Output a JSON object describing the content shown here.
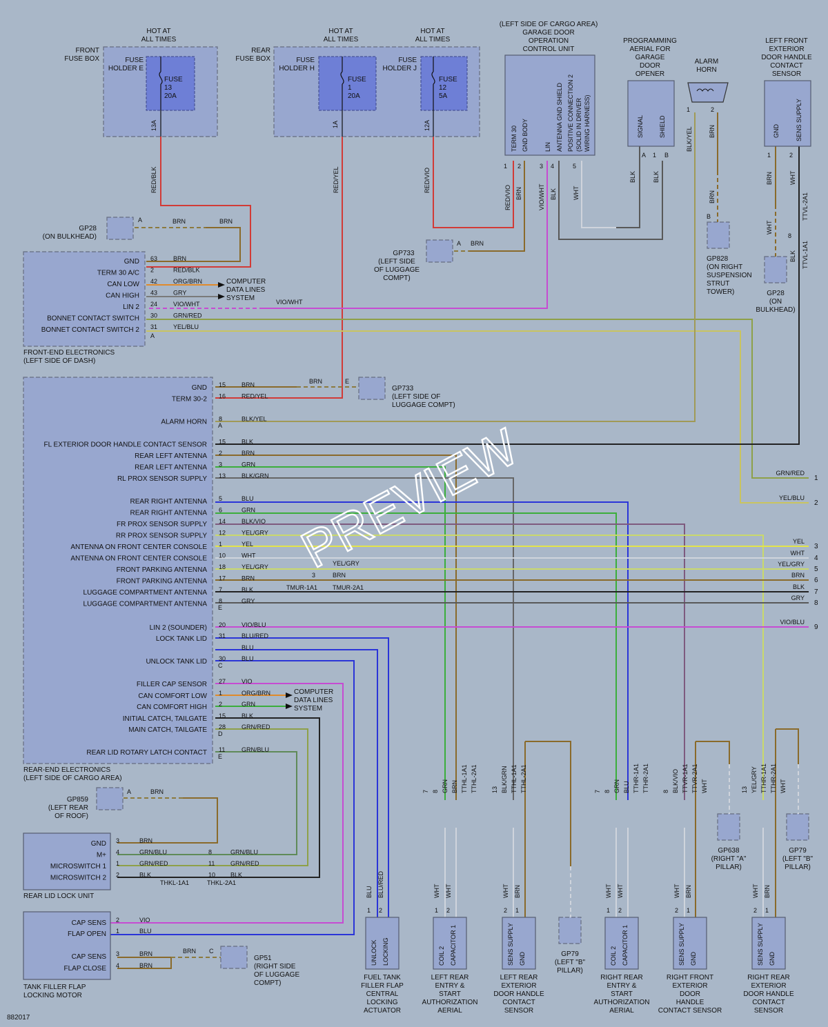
{
  "colors": {
    "background": "#a9b7c8",
    "block_fill": "#98a7cf",
    "fuse_fill": "#6e7fd6",
    "RED": "#d23a36",
    "BRN": "#8a6a2a",
    "BRN_DASH": "#8c7a3e",
    "GRY": "#585858",
    "WHT": "#cfd4dc",
    "VIO": "#c64bd2",
    "YEL": "#e3e44a",
    "GRN": "#3bae3b",
    "BLU": "#2a34d8",
    "BLK": "#222222",
    "OLIVE": "#a09a56",
    "YELGRY": "#cad96a",
    "GRNRED": "#8ea048",
    "YELBLU": "#c9c460"
  },
  "fuses": {
    "hot_at_all_times": "HOT AT\nALL TIMES",
    "front_box": "FRONT\nFUSE BOX",
    "rear_box": "REAR\nFUSE BOX",
    "holder_e": "FUSE\nHOLDER E",
    "holder_h": "FUSE\nHOLDER H",
    "holder_j": "FUSE\nHOLDER J",
    "fuse_13": "FUSE\n13\n20A",
    "fuse_1": "FUSE\n1\n20A",
    "fuse_12": "FUSE\n12\n5A",
    "pin_13a": "13A",
    "pin_1a": "1A",
    "pin_12a": "12A"
  },
  "top_wires": {
    "red_blk": "RED/BLK",
    "red_yel": "RED/YEL",
    "red_vio": "RED/VIO"
  },
  "garage_unit": {
    "title": "(LEFT SIDE OF CARGO AREA)\nGARAGE DOOR\nOPERATION\nCONTROL UNIT",
    "pins": [
      "TERM 30",
      "GND BODY",
      "LIN",
      "ANTENNA GND SHIELD",
      "POSITIVE CONNECTION 2\n(SOLID IN DRIVER\nWIRING HARNESS)"
    ],
    "pin_nums": [
      "1",
      "2",
      "3",
      "4",
      "5"
    ],
    "wires": [
      "RED/VIO",
      "BRN",
      "VIO/WHT",
      "BLK",
      "WHT"
    ]
  },
  "aerial": {
    "title": "PROGRAMMING\nAERIAL FOR\nGARAGE\nDOOR\nOPENER",
    "pins": [
      "SIGNAL",
      "SHIELD"
    ],
    "pin_nums": [
      "A",
      "1",
      "B"
    ],
    "wires": [
      "BLK",
      "BLK"
    ]
  },
  "horn": {
    "title": "ALARM\nHORN",
    "pins": [
      "1",
      "2"
    ],
    "wires": [
      "BLK/YEL",
      "BRN"
    ]
  },
  "lf_sensor": {
    "title": "LEFT FRONT\nEXTERIOR\nDOOR HANDLE\nCONTACT\nSENSOR",
    "pins": [
      "GND",
      "SENS SUPPLY"
    ],
    "pin_nums": [
      "1",
      "2"
    ],
    "wires": [
      "BRN",
      "WHT",
      "WHT",
      "BLK"
    ],
    "conn": [
      "TTVL-2A1",
      "TTVL-1A1",
      "8"
    ]
  },
  "grounds": {
    "gp28a": "GP28\n(ON BULKHEAD)",
    "gp733a": "GP733\n(LEFT SIDE\nOF LUGGAGE\nCOMPT)",
    "gp828": "GP828\n(ON RIGHT\nSUSPENSION\nSTRUT\nTOWER)",
    "gp28b": "GP28\n(ON\nBULKHEAD)",
    "gp733b": "GP733\n(LEFT SIDE OF\nLUGGAGE COMPT)",
    "gp859": "GP859\n(LEFT REAR\nOF ROOF)",
    "gp51": "GP51\n(RIGHT SIDE\nOF LUGGAGE\nCOMPT)",
    "gp79a": "GP79\n(LEFT \"B\"\nPILLAR)",
    "gp638": "GP638\n(RIGHT \"A\"\nPILLAR)",
    "gp79b": "GP79\n(LEFT \"B\"\nPILLAR)",
    "pin_a": "A",
    "pin_b": "B",
    "pin_c": "C",
    "pin_e": "E",
    "brn": "BRN"
  },
  "fee": {
    "title": "FRONT-END ELECTRONICS\n(LEFT SIDE OF DASH)",
    "rows": [
      {
        "label": "GND",
        "pin": "63",
        "wire": "BRN"
      },
      {
        "label": "TERM 30 A/C",
        "pin": "2",
        "wire": "RED/BLK"
      },
      {
        "label": "CAN LOW",
        "pin": "42",
        "wire": "ORG/BRN"
      },
      {
        "label": "CAN HIGH",
        "pin": "43",
        "wire": "GRY"
      },
      {
        "label": "LIN 2",
        "pin": "24",
        "wire": "VIO/WHT"
      },
      {
        "label": "BONNET CONTACT SWITCH",
        "pin": "30",
        "wire": "GRN/RED"
      },
      {
        "label": "BONNET CONTACT SWITCH 2",
        "pin": "31",
        "wire": "YEL/BLU"
      }
    ],
    "conn": "A",
    "cds": "COMPUTER\nDATA LINES\nSYSTEM",
    "vio_wht": "VIO/WHT"
  },
  "ree": {
    "title": "REAR-END ELECTRONICS\n(LEFT SIDE OF CARGO AREA)",
    "rows": [
      {
        "label": "GND",
        "pin": "15",
        "wire": "BRN"
      },
      {
        "label": "TERM 30-2",
        "pin": "16",
        "wire": "RED/YEL"
      },
      {
        "label": "",
        "pin": "",
        "wire": ""
      },
      {
        "label": "ALARM HORN",
        "pin": "8",
        "wire": "BLK/YEL"
      },
      {
        "label": "",
        "pin": "",
        "wire": ""
      },
      {
        "label": "FL EXTERIOR DOOR HANDLE CONTACT SENSOR",
        "pin": "15",
        "wire": "BLK"
      },
      {
        "label": "REAR LEFT ANTENNA",
        "pin": "2",
        "wire": "BRN"
      },
      {
        "label": "REAR LEFT ANTENNA",
        "pin": "3",
        "wire": "GRN"
      },
      {
        "label": "RL PROX SENSOR SUPPLY",
        "pin": "13",
        "wire": "BLK/GRN"
      },
      {
        "label": "",
        "pin": "",
        "wire": ""
      },
      {
        "label": "REAR RIGHT ANTENNA",
        "pin": "5",
        "wire": "BLU"
      },
      {
        "label": "REAR RIGHT ANTENNA",
        "pin": "6",
        "wire": "GRN"
      },
      {
        "label": "FR PROX SENSOR SUPPLY",
        "pin": "14",
        "wire": "BLK/VIO"
      },
      {
        "label": "RR PROX SENSOR SUPPLY",
        "pin": "12",
        "wire": "YEL/GRY"
      },
      {
        "label": "ANTENNA ON FRONT CENTER CONSOLE",
        "pin": "1",
        "wire": "YEL"
      },
      {
        "label": "ANTENNA ON FRONT CENTER CONSOLE",
        "pin": "10",
        "wire": "WHT"
      },
      {
        "label": "FRONT PARKING ANTENNA",
        "pin": "18",
        "wire": "YEL/GRY"
      },
      {
        "label": "FRONT PARKING ANTENNA",
        "pin": "17",
        "wire": "BRN"
      },
      {
        "label": "LUGGAGE COMPARTMENT ANTENNA",
        "pin": "7",
        "wire": "BLK"
      },
      {
        "label": "LUGGAGE COMPARTMENT ANTENNA",
        "pin": "8",
        "wire": "GRY"
      }
    ],
    "conn_a": "A",
    "conn_e": "E",
    "conn_c": "C",
    "conn_d": "D",
    "rows2": [
      {
        "label": "LIN 2 (SOUNDER)",
        "pin": "20",
        "wire": "VIO/BLU"
      },
      {
        "label": "LOCK TANK LID",
        "pin": "31",
        "wire": "BLU/RED"
      },
      {
        "label": "",
        "pin": "",
        "wire": "BLU"
      },
      {
        "label": "UNLOCK TANK LID",
        "pin": "30",
        "wire": "BLU"
      },
      {
        "label": "FILLER CAP SENSOR",
        "pin": "27",
        "wire": "VIO"
      },
      {
        "label": "CAN COMFORT LOW",
        "pin": "1",
        "wire": "ORG/BRN"
      },
      {
        "label": "CAN COMFORT HIGH",
        "pin": "2",
        "wire": "GRN"
      },
      {
        "label": "INITIAL CATCH, TAILGATE",
        "pin": "15",
        "wire": "BLK"
      },
      {
        "label": "MAIN CATCH, TAILGATE",
        "pin": "28",
        "wire": "GRN/RED"
      },
      {
        "label": "REAR LID ROTARY LATCH CONTACT",
        "pin": "11",
        "wire": "GRN/BLU"
      }
    ],
    "tmur": [
      "3",
      "TMUR-1A1",
      "TMUR-2A1",
      "YEL/GRY",
      "BRN"
    ],
    "cds": "COMPUTER\nDATA LINES\nSYSTEM"
  },
  "right_edge": [
    {
      "num": "1",
      "wire": "GRN/RED"
    },
    {
      "num": "2",
      "wire": "YEL/BLU"
    },
    {
      "num": "3",
      "wire": "YEL"
    },
    {
      "num": "4",
      "wire": "WHT"
    },
    {
      "num": "5",
      "wire": "YEL/GRY"
    },
    {
      "num": "6",
      "wire": "BRN"
    },
    {
      "num": "7",
      "wire": "BLK"
    },
    {
      "num": "8",
      "wire": "GRY"
    },
    {
      "num": "9",
      "wire": "VIO/BLU"
    }
  ],
  "rear_lid": {
    "title": "REAR LID LOCK UNIT",
    "rows": [
      {
        "label": "GND",
        "pin": "3",
        "wire": "BRN",
        "pin2": "",
        "wire2": ""
      },
      {
        "label": "M+",
        "pin": "4",
        "wire": "GRN/BLU",
        "pin2": "8",
        "wire2": "GRN/BLU"
      },
      {
        "label": "MICROSWITCH 1",
        "pin": "1",
        "wire": "GRN/RED",
        "pin2": "11",
        "wire2": "GRN/RED"
      },
      {
        "label": "MICROSWITCH 2",
        "pin": "2",
        "wire": "BLK",
        "pin2": "10",
        "wire2": "BLK"
      }
    ],
    "conn": [
      "THKL-1A1",
      "THKL-2A1"
    ]
  },
  "tank": {
    "title": "TANK FILLER FLAP\nLOCKING MOTOR",
    "rows": [
      {
        "label": "CAP SENS",
        "pin": "2",
        "wire": "VIO"
      },
      {
        "label": "FLAP OPEN",
        "pin": "1",
        "wire": "BLU"
      },
      {
        "label": "CAP SENS",
        "pin": "3",
        "wire": "BRN"
      },
      {
        "label": "FLAP CLOSE",
        "pin": "4",
        "wire": "BRN"
      }
    ]
  },
  "bottom": {
    "fuel": {
      "title": "FUEL TANK\nFILLER FLAP\nCENTRAL\nLOCKING\nACTUATOR",
      "pins": [
        "UNLOCK",
        "LOCKING"
      ],
      "nums": [
        "1",
        "2"
      ],
      "wires": [
        "BLU",
        "BLU/RED"
      ]
    },
    "lre": {
      "title": "LEFT REAR\nENTRY &\nSTART\nAUTHORIZATION\nAERIAL",
      "pins": [
        "COIL 2",
        "CAPACITOR 1"
      ],
      "nums": [
        "1",
        "2"
      ],
      "wires": [
        "WHT",
        "WHT"
      ],
      "top": [
        "7",
        "8",
        "GRN",
        "BRN",
        "TTHL-1A1",
        "TTHL-2A1"
      ]
    },
    "lrd": {
      "title": "LEFT REAR\nEXTERIOR\nDOOR HANDLE\nCONTACT\nSENSOR",
      "pins": [
        "SENS SUPPLY",
        "GND"
      ],
      "nums": [
        "2",
        "1"
      ],
      "wires": [
        "WHT",
        "BRN"
      ],
      "top": [
        "13",
        "BLK/GRN",
        "TTHL-1A1",
        "TTHL-2A1"
      ]
    },
    "rre": {
      "title": "RIGHT REAR\nENTRY &\nSTART\nAUTHORIZATION\nAERIAL",
      "pins": [
        "COIL 2",
        "CAPACITOR 1"
      ],
      "nums": [
        "1",
        "2"
      ],
      "wires": [
        "WHT",
        "WHT"
      ],
      "top": [
        "7",
        "8",
        "GRN",
        "BLU",
        "TTHR-1A1",
        "TTHR-2A1"
      ]
    },
    "rfd": {
      "title": "RIGHT FRONT\nEXTERIOR\nDOOR\nHANDLE\nCONTACT SENSOR",
      "pins": [
        "SENS SUPPLY",
        "GND"
      ],
      "nums": [
        "2",
        "1"
      ],
      "wires": [
        "WHT",
        "BRN"
      ],
      "top": [
        "8",
        "BLK/VIO",
        "TTVR-1A1",
        "TTVR-2A1",
        "WHT"
      ]
    },
    "rrd": {
      "title": "RIGHT REAR\nEXTERIOR\nDOOR HANDLE\nCONTACT\nSENSOR",
      "pins": [
        "SENS SUPPLY",
        "GND"
      ],
      "nums": [
        "2",
        "1"
      ],
      "wires": [
        "WHT",
        "BRN"
      ],
      "top": [
        "13",
        "YEL/GRY",
        "TTHR-1A1",
        "TTHR-2A1",
        "WHT"
      ]
    }
  },
  "watermark": "PREVIEW",
  "diagram_id": "882017"
}
